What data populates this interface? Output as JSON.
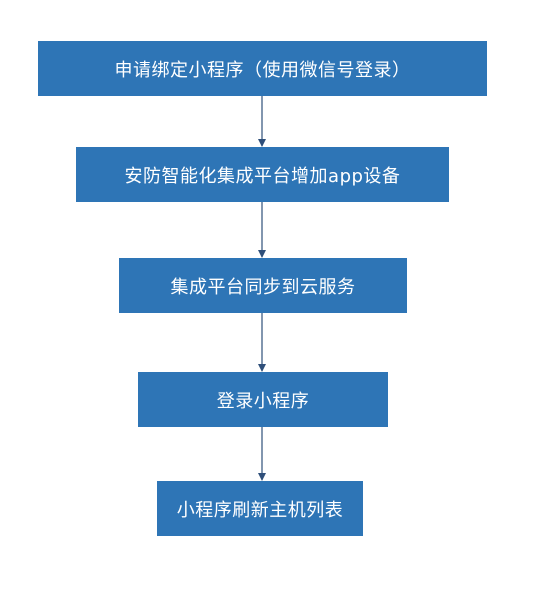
{
  "steps": [
    "申请绑定小程序（使用微信号登录）",
    "安防智能化集成平台增加app设备",
    "集成平台同步到云服务",
    "登录小程序",
    "小程序刷新主机列表"
  ],
  "colors": {
    "box": "#2e75b6",
    "arrow": "#2f4f7a",
    "text": "#ffffff"
  }
}
